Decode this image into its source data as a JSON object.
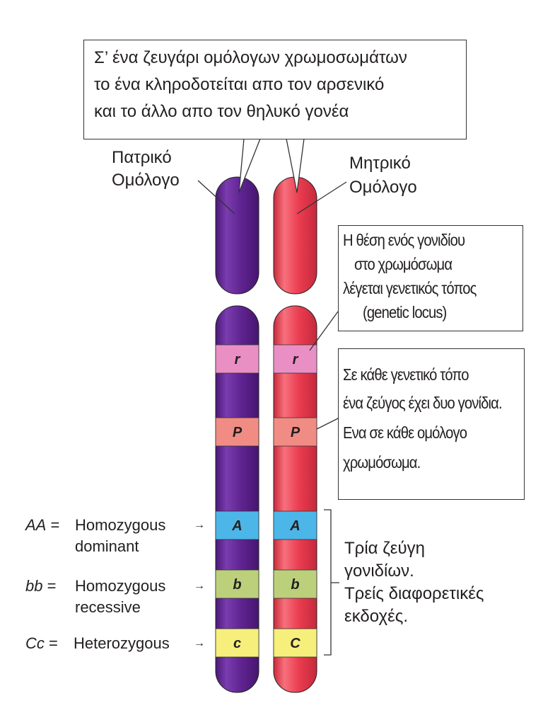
{
  "top_note": {
    "lines": [
      "Σ’ ένα ζευγάρι ομόλογων χρωμοσωμάτων",
      "το ένα κληροδοτείται απο τον αρσενικό",
      "και το άλλο απο τον θηλυκό γονέα"
    ]
  },
  "paternal_label": {
    "lines": [
      "Πατρικό",
      "Ομόλογο"
    ]
  },
  "maternal_label": {
    "lines": [
      "Μητρικό",
      "Ομόλογο"
    ]
  },
  "locus_note": {
    "lines": [
      "Η θέση ενός γονιδίου",
      "στο χρωμόσωμα",
      "λέγεται γενετικός τόπος",
      "(genetic locus)"
    ]
  },
  "pair_note": {
    "lines": [
      "Σε κάθε γενετικό τόπο",
      "ένα ζεύγος έχει δυο γονίδια.",
      "Ενα σε κάθε ομόλογο",
      "χρωμόσωμα."
    ]
  },
  "bracket_note": {
    "lines": [
      "Τρία ζεύγη",
      "γονιδίων.",
      "Τρείς διαφορετικές",
      "εκδοχές."
    ]
  },
  "bands": [
    {
      "paternal": "r",
      "maternal": "r",
      "color": "#e98fc4"
    },
    {
      "paternal": "P",
      "maternal": "P",
      "color": "#f08c84"
    },
    {
      "paternal": "A",
      "maternal": "A",
      "color": "#4cb6e8"
    },
    {
      "paternal": "b",
      "maternal": "b",
      "color": "#bcd07c"
    },
    {
      "paternal": "c",
      "maternal": "C",
      "color": "#f6ef7c"
    }
  ],
  "legend": [
    {
      "genotype": "AA",
      "eq": "=",
      "line1": "Homozygous",
      "line2": "dominant"
    },
    {
      "genotype": "bb",
      "eq": "=",
      "line1": "Homozygous",
      "line2": "recessive"
    },
    {
      "genotype": "Cc",
      "eq": "=",
      "line1": "Heterozygous",
      "line2": ""
    }
  ],
  "colors": {
    "paternal": "#5f2390",
    "maternal": "#ea3b4f"
  }
}
